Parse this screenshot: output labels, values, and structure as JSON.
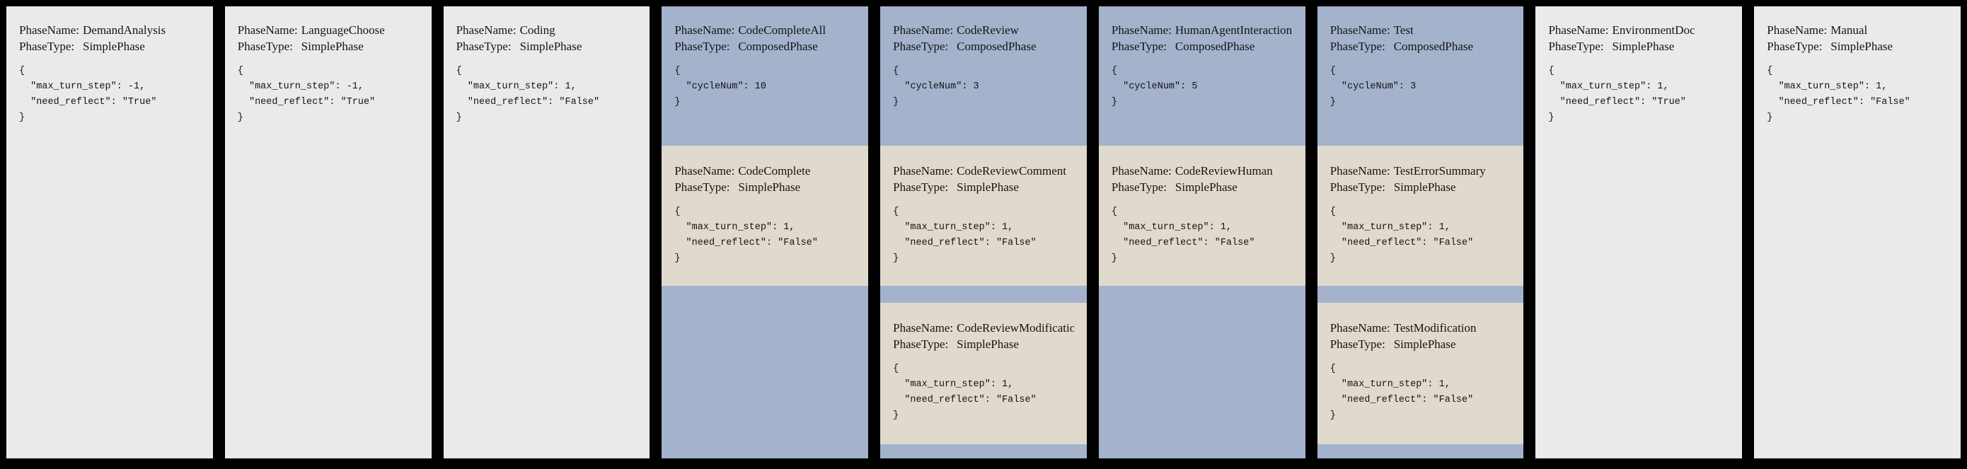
{
  "figure": {
    "description_colors": {
      "background": "#000000",
      "simple_phase_card": "#e9ebea",
      "composed_phase_card": "#a4b2cc",
      "subphase_band": "#e0d9cd",
      "text": "#141414"
    }
  },
  "labels": {
    "phase_name": "PhaseName:",
    "phase_type": "PhaseType:"
  },
  "phases": [
    {
      "name": "DemandAnalysis",
      "type": "SimplePhase",
      "config": "{\n  \"max_turn_step\": -1,\n  \"need_reflect\": \"True\"\n}"
    },
    {
      "name": "LanguageChoose",
      "type": "SimplePhase",
      "config": "{\n  \"max_turn_step\": -1,\n  \"need_reflect\": \"True\"\n}"
    },
    {
      "name": "Coding",
      "type": "SimplePhase",
      "config": "{\n  \"max_turn_step\": 1,\n  \"need_reflect\": \"False\"\n}"
    },
    {
      "name": "CodeCompleteAll",
      "type": "ComposedPhase",
      "config": "{\n  \"cycleNum\": 10\n}",
      "children": [
        {
          "name": "CodeComplete",
          "type": "SimplePhase",
          "config": "{\n  \"max_turn_step\": 1,\n  \"need_reflect\": \"False\"\n}"
        }
      ]
    },
    {
      "name": "CodeReview",
      "type": "ComposedPhase",
      "config": "{\n  \"cycleNum\": 3\n}",
      "children": [
        {
          "name": "CodeReviewComment",
          "type": "SimplePhase",
          "config": "{\n  \"max_turn_step\": 1,\n  \"need_reflect\": \"False\"\n}"
        },
        {
          "name": "CodeReviewModification",
          "type": "SimplePhase",
          "config": "{\n  \"max_turn_step\": 1,\n  \"need_reflect\": \"False\"\n}"
        }
      ]
    },
    {
      "name": "HumanAgentInteraction",
      "type": "ComposedPhase",
      "config": "{\n  \"cycleNum\": 5\n}",
      "children": [
        {
          "name": "CodeReviewHuman",
          "type": "SimplePhase",
          "config": "{\n  \"max_turn_step\": 1,\n  \"need_reflect\": \"False\"\n}"
        }
      ]
    },
    {
      "name": "Test",
      "type": "ComposedPhase",
      "config": "{\n  \"cycleNum\": 3\n}",
      "children": [
        {
          "name": "TestErrorSummary",
          "type": "SimplePhase",
          "config": "{\n  \"max_turn_step\": 1,\n  \"need_reflect\": \"False\"\n}"
        },
        {
          "name": "TestModification",
          "type": "SimplePhase",
          "config": "{\n  \"max_turn_step\": 1,\n  \"need_reflect\": \"False\"\n}"
        }
      ]
    },
    {
      "name": "EnvironmentDoc",
      "type": "SimplePhase",
      "config": "{\n  \"max_turn_step\": 1,\n  \"need_reflect\": \"True\"\n}"
    },
    {
      "name": "Manual",
      "type": "SimplePhase",
      "config": "{\n  \"max_turn_step\": 1,\n  \"need_reflect\": \"False\"\n}"
    }
  ]
}
